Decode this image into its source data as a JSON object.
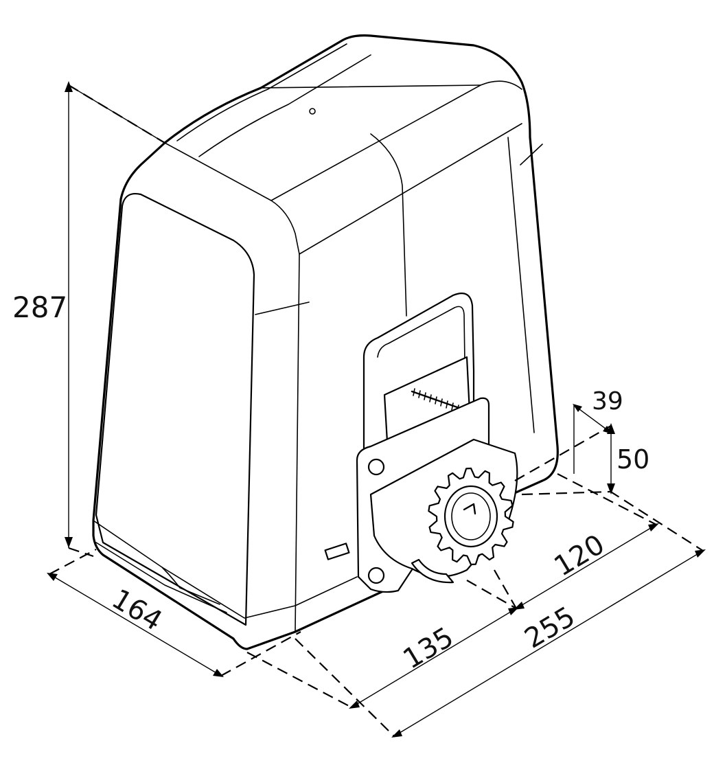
{
  "dimensions": {
    "height": "287",
    "depth": "164",
    "pinion_to_front": "135",
    "total_length": "255",
    "pinion_to_back": "120",
    "pinion_height": "50",
    "pinion_offset": "39"
  },
  "colors": {
    "line": "#000000",
    "background": "#ffffff"
  }
}
